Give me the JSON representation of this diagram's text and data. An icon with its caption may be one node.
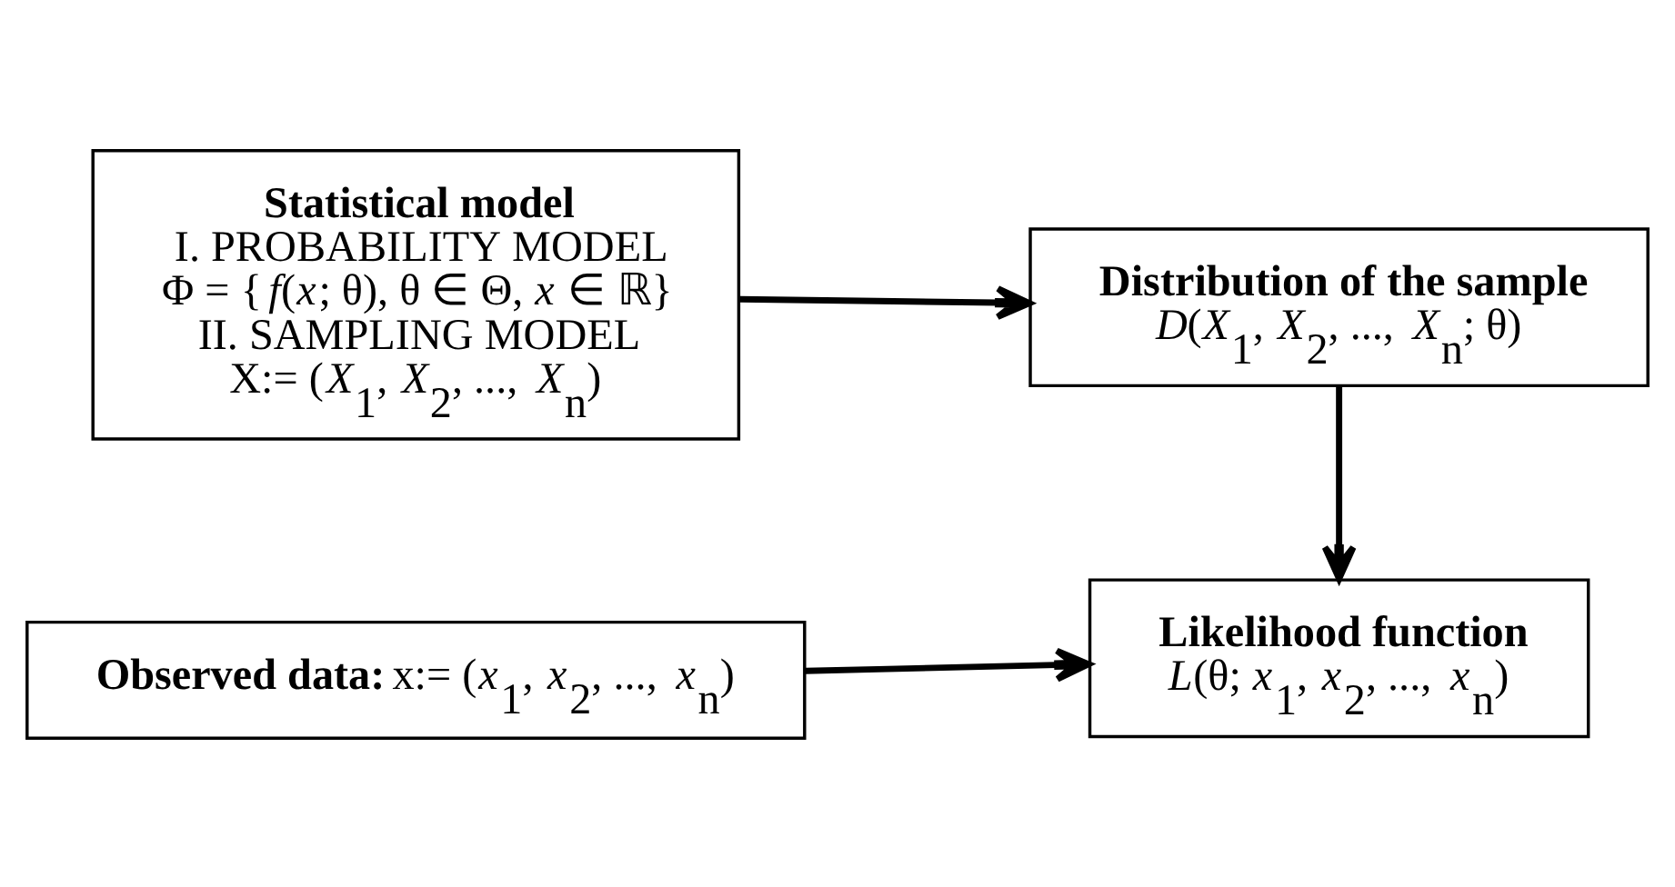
{
  "diagram": {
    "nodes": [
      {
        "text": [
          "Statistical model",
          "I. PROBABILITY MODEL",
          "Φ = {*f*(*x*; θ), θ ∈ Θ, *x* ∈ ℝ}",
          "II. SAMPLING MODEL",
          "X:= (*X*$_{1}$, *X*$_{2}$, ..., *X*$_{n}$)"
        ]
      },
      {
        "text": [
          "Distribution of the sample",
          "*D*(*X*$_{1}$, *X*$_{2}$, ..., *X*$_{n}$; θ)"
        ]
      },
      {
        "text": [
          "Likelihood function",
          "*L*(θ; *x*$_{1}$, *x*$_{2}$, ..., *x*$_{n}$)"
        ]
      },
      {
        "text": [
          "**Observed data:** x:= (*x*$_{1}$, *x*$_{2}$, ..., *x*$_{n}$)"
        ]
      }
    ],
    "edges": [
      {
        "from": 0,
        "to": 1,
        "arrow": "to"
      },
      {
        "from": 1,
        "to": 2,
        "arrow": "to"
      },
      {
        "from": 3,
        "to": 2,
        "arrow": "to"
      }
    ]
  }
}
